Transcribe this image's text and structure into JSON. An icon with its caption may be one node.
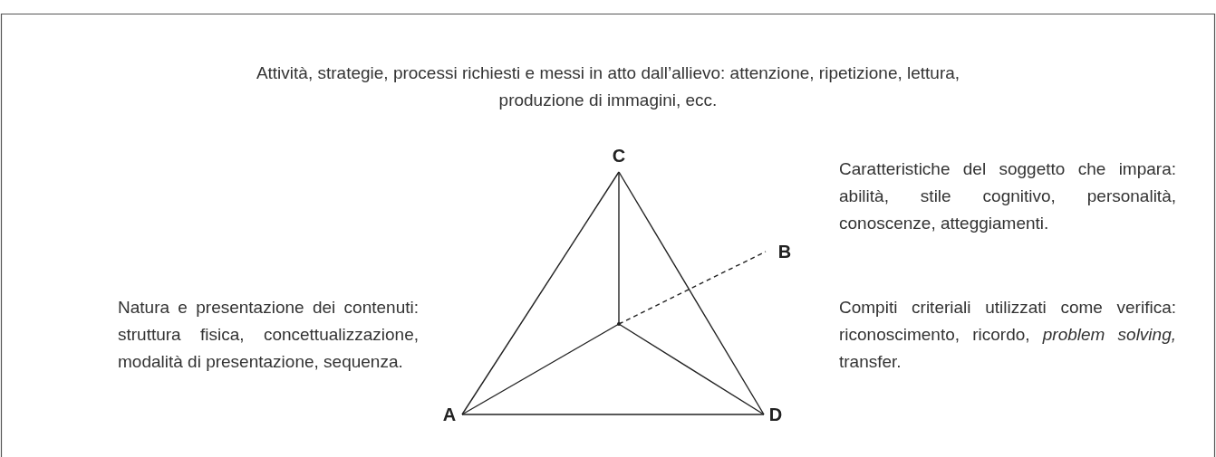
{
  "diagram": {
    "nodes": [
      {
        "text": [
          "C"
        ]
      },
      {
        "text": [
          "B"
        ]
      },
      {
        "text": [
          "A"
        ]
      },
      {
        "text": [
          "D"
        ]
      },
      {
        "text": [],
        "shape": "point"
      }
    ],
    "edges": [
      {
        "from": 0,
        "to": 2,
        "arrow": "none"
      },
      {
        "from": 0,
        "to": 3,
        "arrow": "none"
      },
      {
        "from": 2,
        "to": 3,
        "arrow": "none"
      },
      {
        "from": 0,
        "to": 4,
        "arrow": "none"
      },
      {
        "from": 2,
        "to": 4,
        "arrow": "none"
      },
      {
        "from": 3,
        "to": 4,
        "arrow": "none"
      },
      {
        "from": 4,
        "to": 1,
        "arrow": "none",
        "style": "dashed"
      }
    ],
    "labels": [
      "Attività, strategie, processi richiesti e messi in atto dall’allievo: attenzione, ripetizione, lettura, produzione di immagini, ecc.",
      "Caratteristiche del soggetto che impara: abilità, stile cognitivo, personalità, conoscenze, atteggiamenti.",
      "Natura e presentazione dei contenuti: struttura fisica, concettualizzazione, modalità di presentazione, sequenza.",
      "Compiti criteriali utilizzati come verifica: riconoscimento, ricordo, *problem solving,* transfer."
    ]
  }
}
